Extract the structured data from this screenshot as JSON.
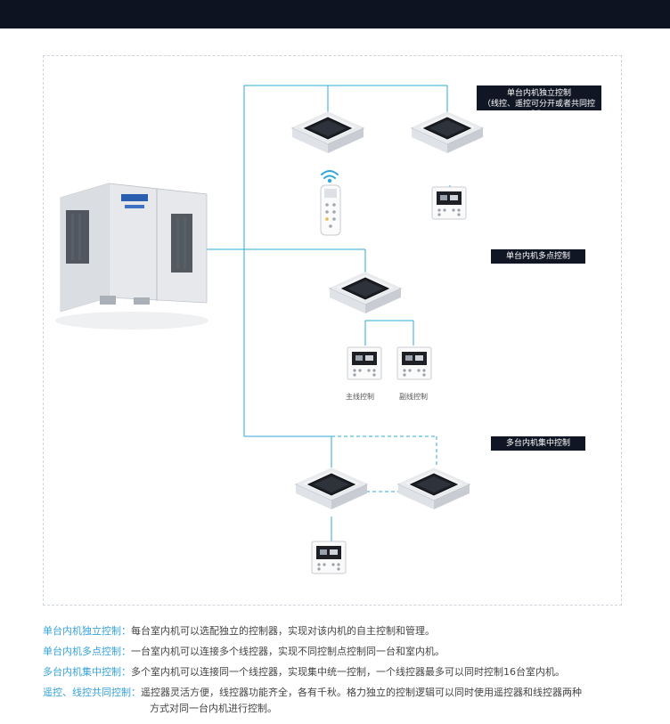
{
  "labels": {
    "single_independent": "单台内机独立控制",
    "single_independent_sub": "（线控、遥控可分开或者共同控制）",
    "single_multi_point": "单台内机多点控制",
    "multi_central": "多台内机集中控制"
  },
  "captions": {
    "main_wired": "主线控制",
    "secondary_wired": "副线控制"
  },
  "descriptions": [
    {
      "key": "单台内机独立控制：",
      "text": "每台室内机可以选配独立的控制器，实现对该内机的自主控制和管理。"
    },
    {
      "key": "单台内机多点控制：",
      "text": "一台室内机可以连接多个线控器，实现不同控制点控制同一台和室内机。"
    },
    {
      "key": "多台内机集中控制：",
      "text": "多个室内机可以连接同一个线控器，实现集中统一控制，一个线控器最多可以同时控制16台室内机。"
    },
    {
      "key": "遥控、线控共同控制：",
      "text": "遥控器灵活方便，线控器功能齐全，各有千秋。格力独立的控制逻辑可以同时使用遥控器和线控器两种",
      "text2": "方式对同一台内机进行控制。"
    }
  ],
  "colors": {
    "line": "#2fa8d8",
    "dark": "#101624",
    "accent": "#36a3d9"
  },
  "icons": [
    "outdoor-unit-icon",
    "cassette-unit-icon",
    "remote-control-icon",
    "wired-controller-icon",
    "wifi-signal-icon"
  ]
}
